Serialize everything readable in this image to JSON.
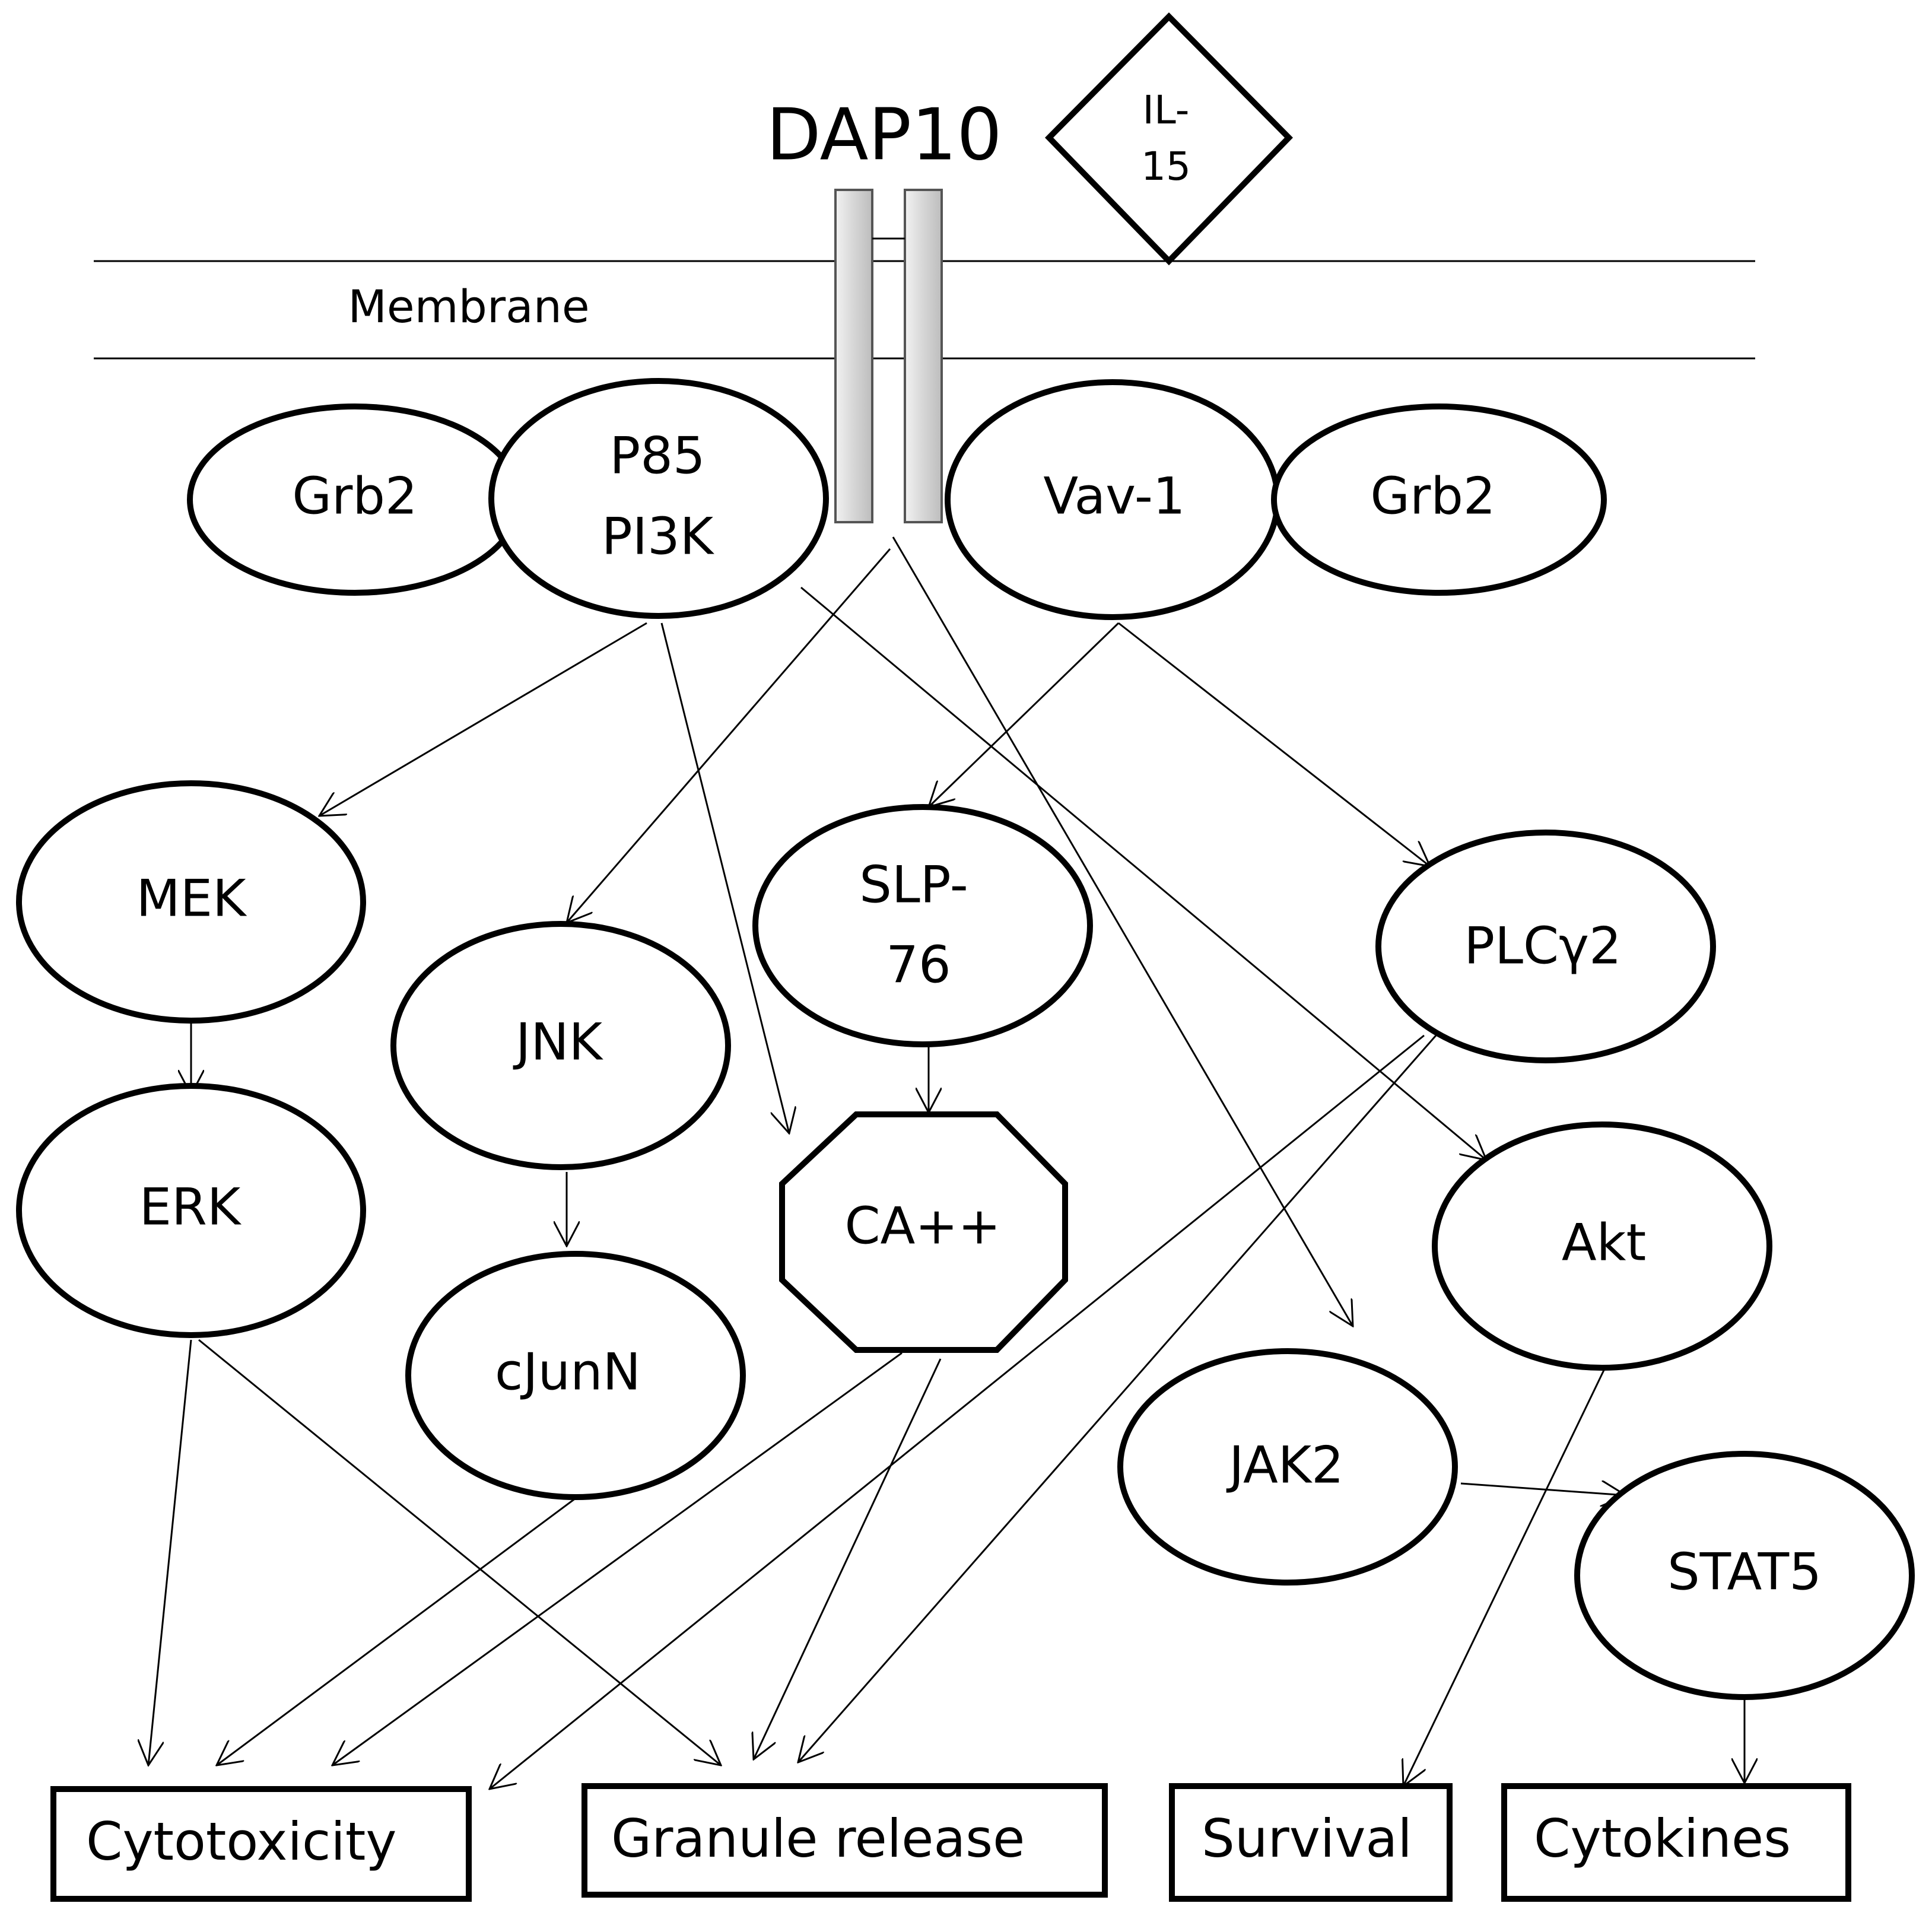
{
  "receptor": {
    "name": "DAP10"
  },
  "ligand": {
    "line1": "IL-",
    "line2": "15"
  },
  "membrane": {
    "label": "Membrane"
  },
  "nodes": {
    "grb2_left": "Grb2",
    "p85_line1": "P85",
    "p85_line2": "PI3K",
    "vav1": "Vav-1",
    "grb2_right": "Grb2",
    "mek": "MEK",
    "jnk": "JNK",
    "slp_line1": "SLP-",
    "slp_line2": "76",
    "plcg2": "PLCγ2",
    "erk": "ERK",
    "ca": "CA++",
    "akt": "Akt",
    "cjunn": "cJunN",
    "jak2": "JAK2",
    "stat5": "STAT5"
  },
  "outcomes": {
    "cytotoxicity": "Cytotoxicity",
    "granule_release": "Granule release",
    "survival": "Survival",
    "cytokines": "Cytokines"
  },
  "colors": {
    "stroke": "#000000",
    "fill": "#ffffff",
    "receptor_fill": "#d9d9d9"
  }
}
